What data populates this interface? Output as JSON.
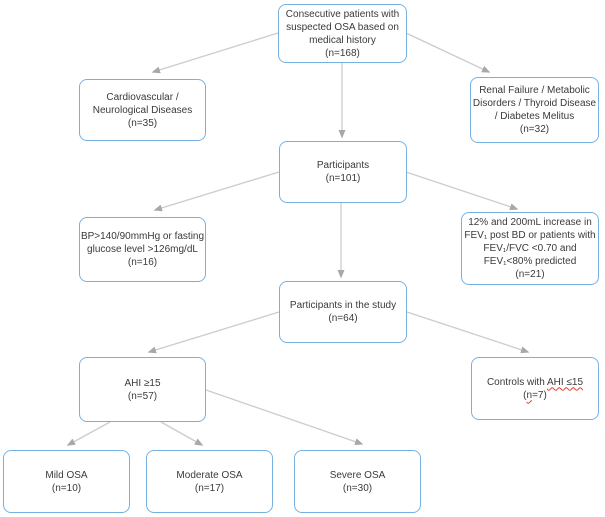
{
  "colors": {
    "box_border": "#76b1e3",
    "arrow_line": "#cccccc",
    "arrow_head": "#a8a8a8",
    "text": "#3a3a3a",
    "spellcheck_underline": "#e8392f"
  },
  "nodes": {
    "consecutive_patients": {
      "lines": [
        "Consecutive patients with",
        "suspected OSA based on",
        "medical history",
        "(n=168)"
      ]
    },
    "cardio_neuro": {
      "lines": [
        "Cardiovascular /",
        "Neurological Diseases",
        "(n=35)"
      ]
    },
    "renal_metabolic": {
      "lines": [
        "Renal Failure / Metabolic",
        "Disorders / Thyroid Disease",
        "/ Diabetes Melitus",
        "(n=32)"
      ]
    },
    "participants": {
      "lines": [
        "Participants",
        "(n=101)"
      ]
    },
    "bp_glucose": {
      "lines": [
        "BP>140/90mmHg or fasting",
        "glucose level >126mg/dL",
        "(n=16)"
      ]
    },
    "fev_exclusion": {
      "lines": [
        "12% and 200mL increase in",
        "FEV₁ post BD or patients with",
        "FEV₁/FVC <0.70 and",
        "FEV₁<80% predicted",
        "(n=21)"
      ]
    },
    "participants_study": {
      "lines": [
        "Participants in the study",
        "(n=64)"
      ]
    },
    "ahi_high": {
      "lines": [
        "AHI ≥15",
        "(n=57)"
      ]
    },
    "controls": {
      "line1_pre": "Controls with ",
      "line1_wavy": "AHI ≤15",
      "line2_pre": "(",
      "line2_wavy": "n",
      "line2_post": "=7)"
    },
    "mild_osa": {
      "lines": [
        "Mild OSA",
        "(n=10)"
      ]
    },
    "moderate_osa": {
      "lines": [
        "Moderate OSA",
        "(n=17)"
      ]
    },
    "severe_osa": {
      "lines": [
        "Severe OSA",
        "(n=30)"
      ]
    }
  }
}
